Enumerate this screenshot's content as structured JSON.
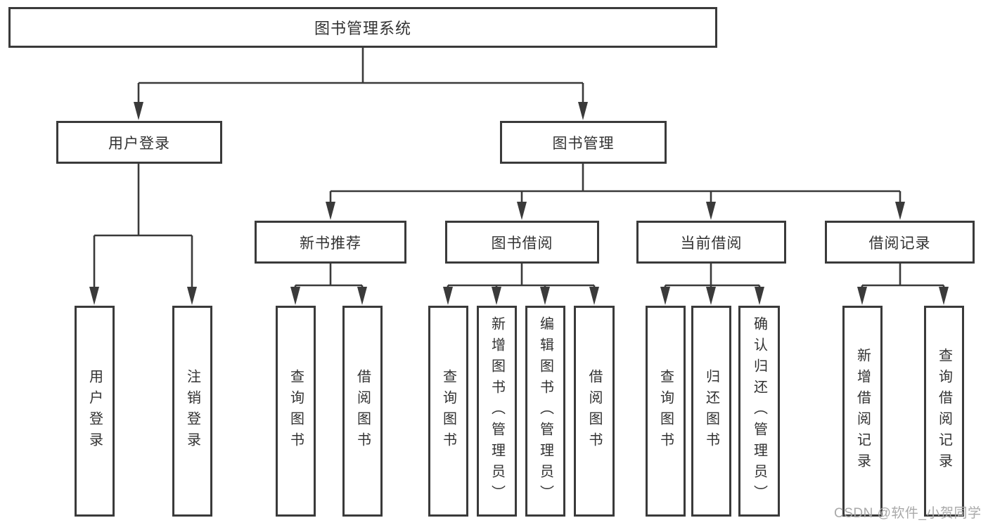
{
  "diagram": {
    "root": {
      "label": "图书管理系统"
    },
    "branches": [
      {
        "label": "用户登录",
        "leaves": [
          {
            "label": "用户登录"
          },
          {
            "label": "注销登录"
          }
        ]
      },
      {
        "label": "图书管理",
        "children": [
          {
            "label": "新书推荐",
            "leaves": [
              {
                "label": "查询图书"
              },
              {
                "label": "借阅图书"
              }
            ]
          },
          {
            "label": "图书借阅",
            "leaves": [
              {
                "label": "查询图书"
              },
              {
                "label": "新增图书（管理员）"
              },
              {
                "label": "编辑图书（管理员）"
              },
              {
                "label": "借阅图书"
              }
            ]
          },
          {
            "label": "当前借阅",
            "leaves": [
              {
                "label": "查询图书"
              },
              {
                "label": "归还图书"
              },
              {
                "label": "确认归还（管理员）"
              }
            ]
          },
          {
            "label": "借阅记录",
            "leaves": [
              {
                "label": "新增借阅记录"
              },
              {
                "label": "查询借阅记录"
              }
            ]
          }
        ]
      }
    ]
  },
  "watermark": {
    "text": "CSDN @软件_小贺同学"
  },
  "colors": {
    "line": "#3a3a3a",
    "text": "#323232",
    "watermark": "#a9a9a9"
  }
}
